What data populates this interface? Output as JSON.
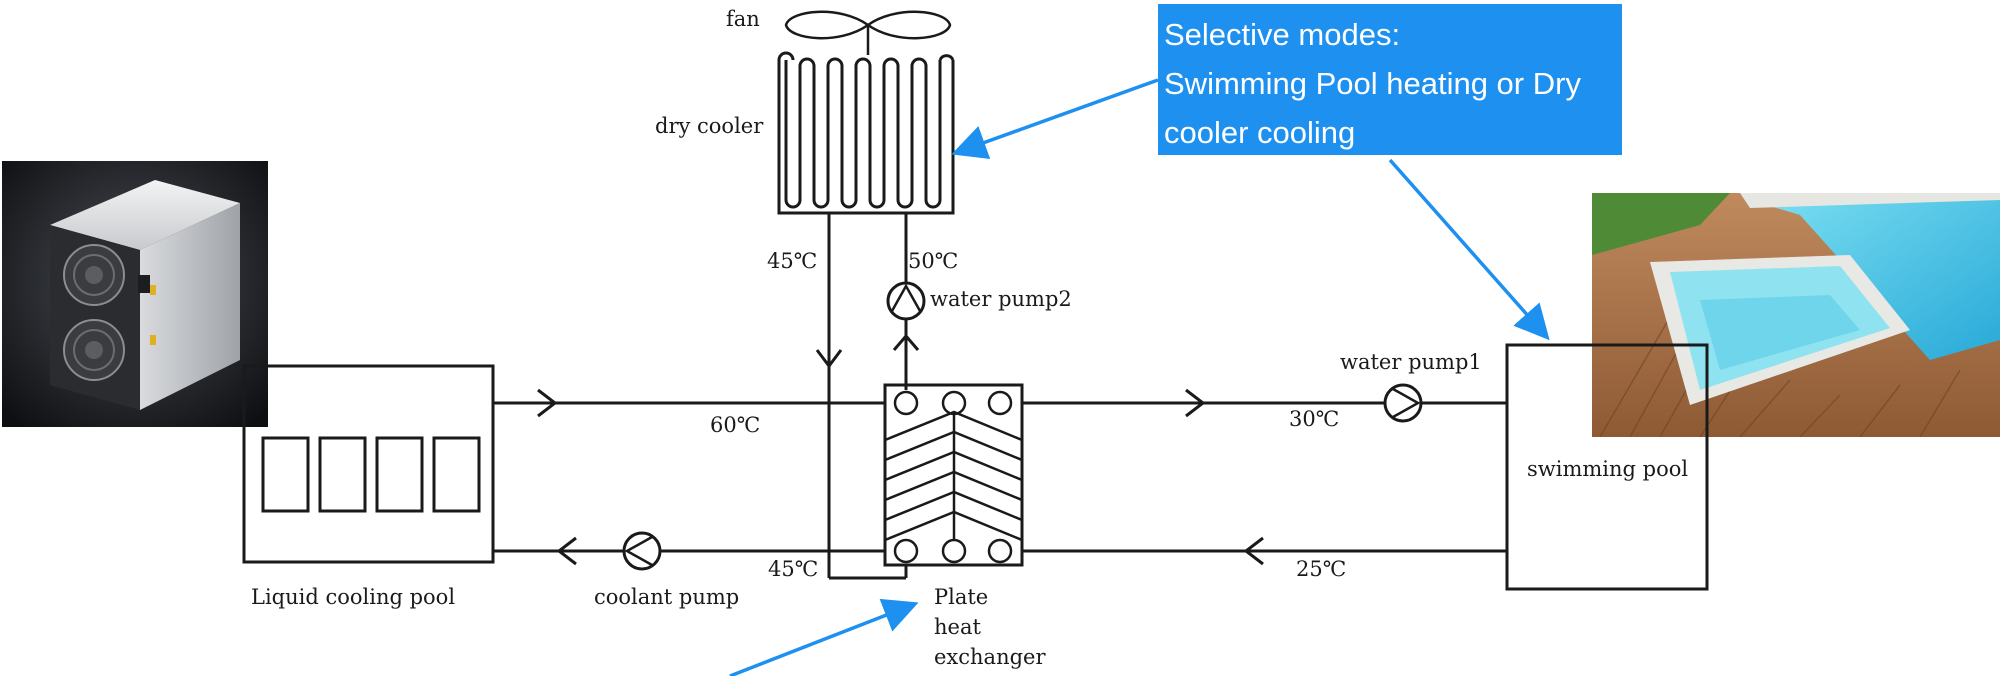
{
  "callout": {
    "line1": "Selective modes:",
    "line2": "Swimming Pool heating or Dry",
    "line3": "cooler cooling",
    "color": "#1e90f0"
  },
  "labels": {
    "fan": "fan",
    "dry_cooler": "dry cooler",
    "water_pump2": "water pump2",
    "water_pump1": "water pump1",
    "coolant_pump": "coolant pump",
    "liquid_cooling_pool": "Liquid cooling pool",
    "swimming_pool": "swimming pool",
    "plate_heat_exchanger": [
      "Plate",
      "heat",
      "exchanger"
    ]
  },
  "temperatures": {
    "dry_cooler_return": "45℃",
    "dry_cooler_supply": "50℃",
    "hot_supply": "60℃",
    "pool_supply": "30℃",
    "coolant_return": "45℃",
    "pool_return": "25℃"
  },
  "images": {
    "miner": "ASIC miner photo",
    "pool": "swimming pool photo"
  },
  "colors": {
    "line": "#1a1a1a",
    "arrow_accent": "#1e90f0"
  }
}
